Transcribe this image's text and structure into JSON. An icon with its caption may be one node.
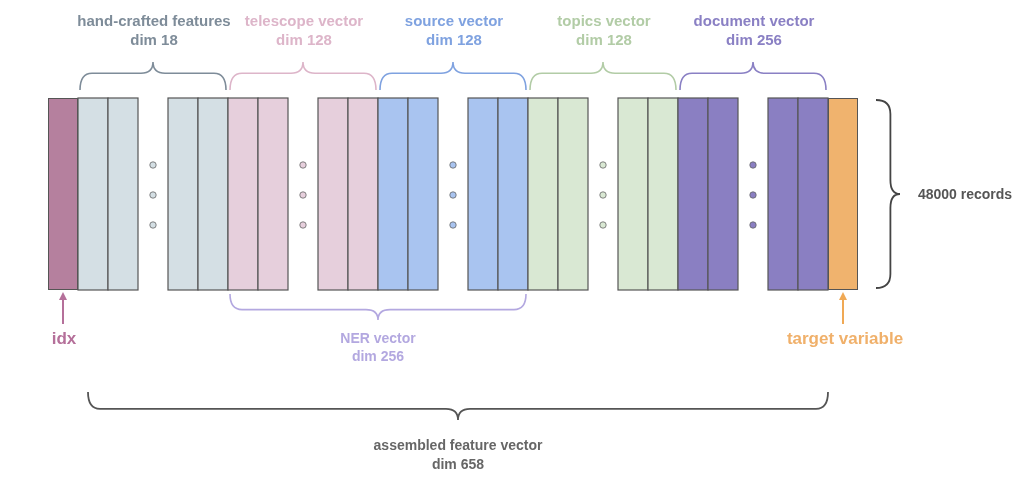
{
  "diagram": {
    "nodes": [
      {
        "text": [
          "idx"
        ]
      },
      {
        "text": [],
        "shape": "bar"
      },
      {
        "text": [
          "target variable"
        ]
      },
      {
        "text": [],
        "shape": "bar"
      }
    ],
    "edges": [
      {
        "from": 0,
        "to": 1,
        "arrow": "to",
        "color": "#b5709a"
      },
      {
        "from": 2,
        "to": 3,
        "arrow": "to",
        "color": "#f0a955"
      }
    ],
    "labels": [
      "hand-crafted features",
      "dim 18",
      "telescope vector",
      "dim 128",
      "source vector",
      "dim 128",
      "topics vector",
      "dim 128",
      "document vector",
      "dim 256",
      "48000 records",
      "NER vector",
      "dim 256",
      "assembled feature vector",
      "dim 658"
    ]
  }
}
